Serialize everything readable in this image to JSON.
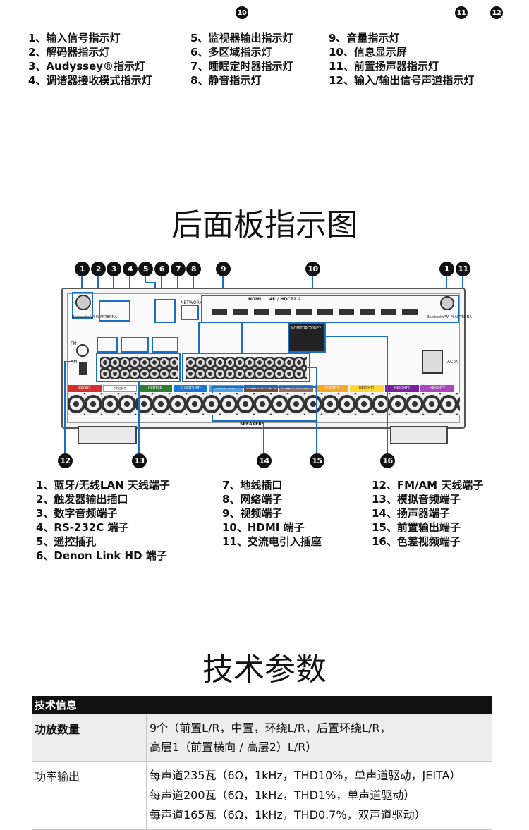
{
  "front_panel": {
    "top_badges": [
      "10",
      "11",
      "12"
    ],
    "legend_col1": [
      "1、输入信号指示灯",
      "2、解码器指示灯",
      "3、Audyssey®指示灯",
      "4、调谐器接收模式指示灯"
    ],
    "legend_col2": [
      "5、监视器输出指示灯",
      "6、多区域指示灯",
      "7、睡眠定时器指示灯",
      "8、静音指示灯"
    ],
    "legend_col3": [
      "9、音量指示灯",
      "10、信息显示屏",
      "11、前置扬声器指示灯",
      "12、输入/输出信号声道指示灯"
    ]
  },
  "rear_panel": {
    "title": "后面板指示图",
    "top_badges": [
      "1",
      "2",
      "3",
      "4",
      "5",
      "6",
      "7",
      "8",
      "9",
      "10",
      "1",
      "11"
    ],
    "bottom_badges": [
      "12",
      "13",
      "14",
      "15",
      "16"
    ],
    "panel_labels": {
      "hdmi": "HDMI",
      "hdcp": "4K / HDCP2.2",
      "network": "NETWORK",
      "ac_in": "AC IN",
      "speakers": "SPEAKERS",
      "antenna_left": "Bluetooth/Wi-Fi ANTENNA",
      "antenna_right": "Bluetooth/Wi-Fi ANTENNA",
      "fm": "FM",
      "am": "AM",
      "monitor_zone": "MONITOR/ZONE2",
      "speaker_channels": [
        "FRONT",
        "FRONT",
        "CENTER",
        "SURROUND",
        "SURROUND",
        "SURROUND BACK",
        "SURROUND BACK",
        "HEIGHT1",
        "HEIGHT1",
        "HEIGHT2",
        "HEIGHT2"
      ]
    },
    "legend_col1": [
      "1、蓝牙/无线LAN 天线端子",
      "2、触发器输出插口",
      "3、数字音频端子",
      "4、RS-232C 端子",
      "5、遥控插孔",
      "6、Denon Link HD 端子"
    ],
    "legend_col2": [
      "7、地线插口",
      "8、网络端子",
      "9、视频端子",
      "10、HDMI 端子",
      "11、交流电引入插座"
    ],
    "legend_col3": [
      "12、FM/AM 天线端子",
      "13、模拟音频端子",
      "14、扬声器端子",
      "15、前置输出端子",
      "16、色差视频端子"
    ]
  },
  "specs": {
    "title": "技术参数",
    "header": "技术信息",
    "rows": [
      {
        "key": "功放数量",
        "values": [
          "9个（前置L/R，中置，环绕L/R，后置环绕L/R，",
          "高层1（前置横向 / 高层2）L/R）"
        ]
      },
      {
        "key": "功率输出",
        "values": [
          "每声道235瓦（6Ω，1kHz，THD10%，单声道驱动，JEITA）",
          "每声道200瓦（6Ω，1kHz，THD1%，单声道驱动）",
          "每声道165瓦（6Ω，1kHz，THD0.7%，双声道驱动）"
        ]
      }
    ]
  },
  "colors": {
    "accent_blue": "#1a6fc4",
    "badge": "#111111"
  }
}
